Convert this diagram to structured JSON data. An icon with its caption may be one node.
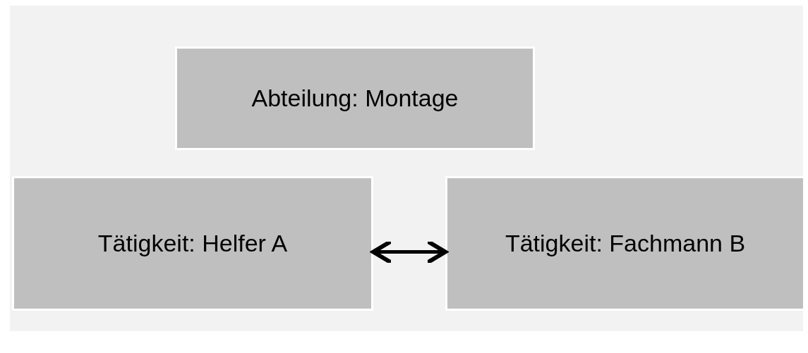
{
  "diagram": {
    "nodes": [
      {
        "text": [
          "Abteilung: Montage"
        ]
      },
      {
        "text": [
          "Tätigkeit: Helfer A"
        ]
      },
      {
        "text": [
          "Tätigkeit: Fachmann B"
        ]
      }
    ],
    "edges": [
      {
        "from": 1,
        "to": 2,
        "arrow": "both"
      }
    ]
  }
}
